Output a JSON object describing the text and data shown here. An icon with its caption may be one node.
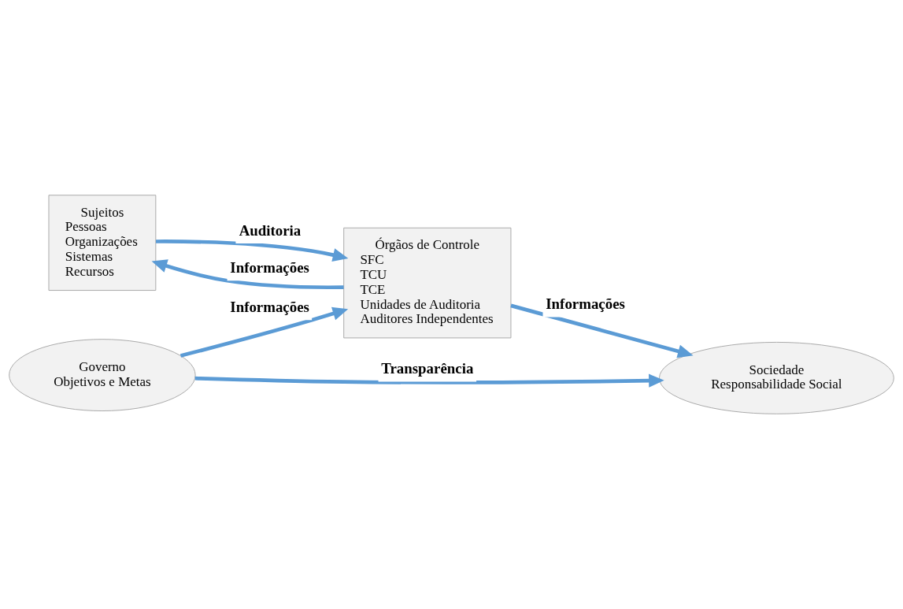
{
  "diagram": {
    "nodes": [
      {
        "text": [
          "Sujeitos",
          "Pessoas",
          "Organizações",
          "Sistemas",
          "Recursos"
        ]
      },
      {
        "text": [
          "Órgãos de Controle",
          "SFC",
          "TCU",
          "TCE",
          "Unidades de Auditoria",
          "Auditores Independentes"
        ]
      },
      {
        "text": [
          "Governo",
          "Objetivos e Metas"
        ]
      },
      {
        "text": [
          "Sociedade",
          "Responsabilidade Social"
        ]
      }
    ],
    "edges": [
      {
        "from": 1,
        "to": 0,
        "arrow": "to",
        "label": "Informações"
      },
      {
        "from": 0,
        "to": 1,
        "arrow": "to",
        "label": "Auditoria"
      },
      {
        "from": 2,
        "to": 1,
        "arrow": "to",
        "label": "Informações"
      },
      {
        "from": 2,
        "to": 3,
        "arrow": "to",
        "label": "Transparência"
      },
      {
        "from": 1,
        "to": 3,
        "arrow": "to",
        "label": "Informações"
      }
    ]
  }
}
